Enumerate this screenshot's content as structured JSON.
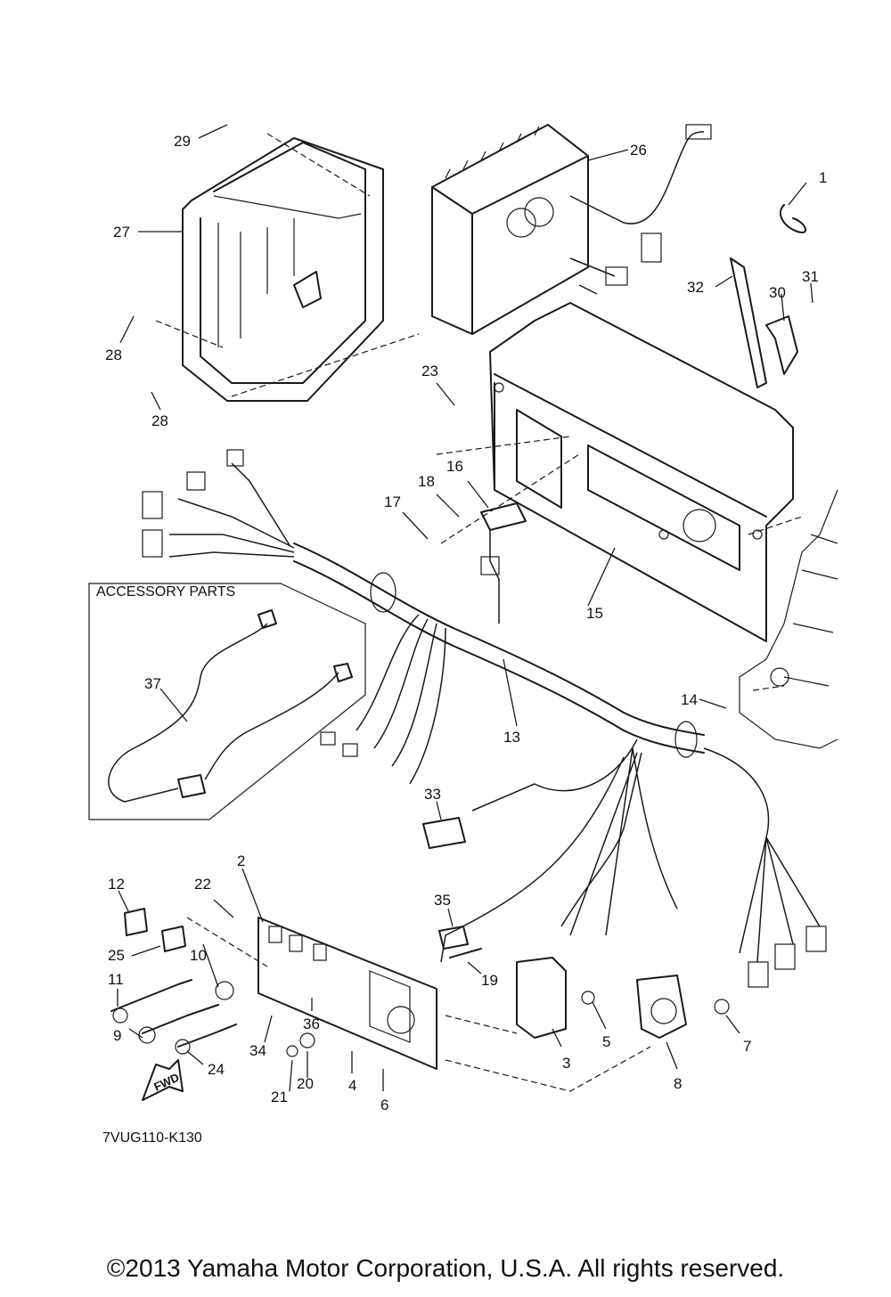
{
  "diagram": {
    "drawing_code": "7VUG110-K130",
    "accessory_box_title": "ACCESSORY PARTS",
    "fwd_label": "FWD",
    "copyright": "©2013 Yamaha Motor Corporation, U.S.A. All rights reserved.",
    "callouts": [
      "1",
      "2",
      "3",
      "4",
      "5",
      "6",
      "7",
      "8",
      "9",
      "10",
      "11",
      "12",
      "13",
      "14",
      "15",
      "16",
      "17",
      "18",
      "19",
      "20",
      "21",
      "22",
      "23",
      "24",
      "25",
      "26",
      "27",
      "28",
      "28",
      "29",
      "30",
      "31",
      "32",
      "33",
      "34",
      "35",
      "36",
      "37"
    ]
  }
}
